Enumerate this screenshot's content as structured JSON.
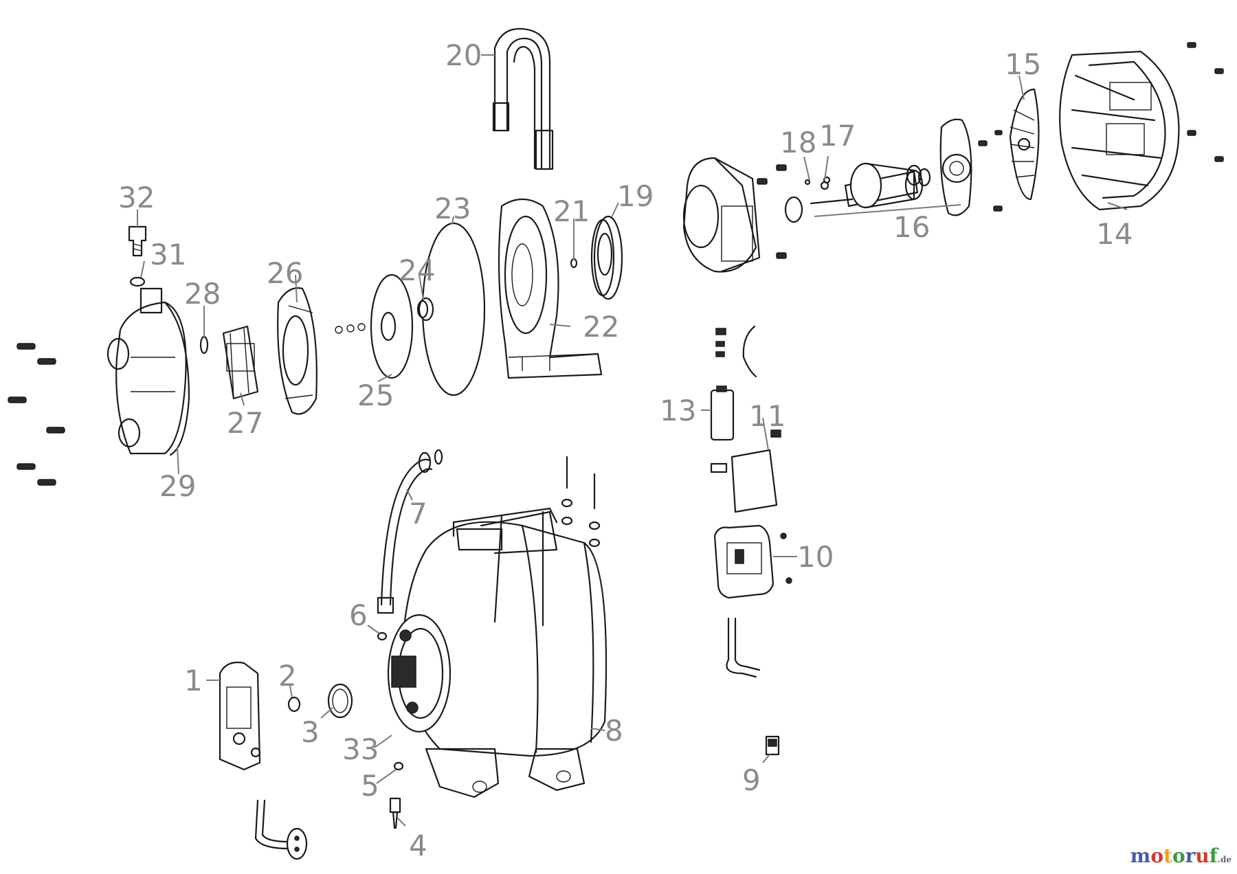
{
  "diagram": {
    "callouts": [
      "1",
      "2",
      "3",
      "4",
      "5",
      "6",
      "7",
      "8",
      "9",
      "10",
      "11",
      "13",
      "14",
      "15",
      "16",
      "17",
      "18",
      "19",
      "20",
      "21",
      "22",
      "23",
      "24",
      "25",
      "26",
      "27",
      "28",
      "29",
      "31",
      "32",
      "33"
    ]
  },
  "watermark": {
    "logo_letters": [
      "m",
      "o",
      "t",
      "o",
      "r",
      "u",
      "f"
    ],
    "logo_colors": [
      "#4a5aa8",
      "#d23b2e",
      "#f0a020",
      "#3a9a3a",
      "#4a5aa8",
      "#d23b2e",
      "#3a9a3a"
    ],
    "tld": ".de"
  }
}
